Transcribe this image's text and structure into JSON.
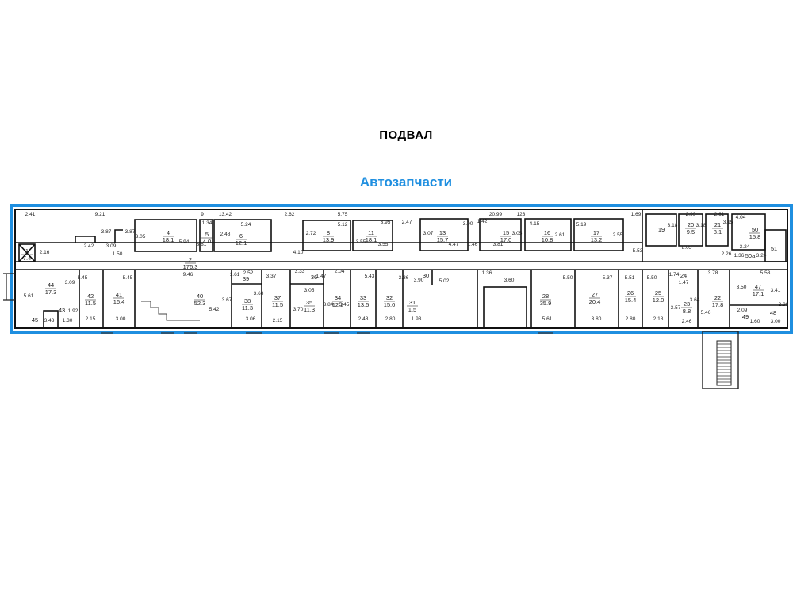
{
  "header": {
    "title": "ПОДВАЛ"
  },
  "zone": {
    "label": "Автозапчасти"
  },
  "colors": {
    "outline": "#1f8fe0",
    "wall": "#111111",
    "thin_wall": "#555555"
  },
  "rooms": [
    {
      "id": "rm-1",
      "num": "1",
      "area": "7.4"
    },
    {
      "id": "rm-2",
      "num": "2",
      "area": "176.3"
    },
    {
      "id": "rm-4",
      "num": "4",
      "area": "18.1"
    },
    {
      "id": "rm-5",
      "num": "5",
      "area": "4.0"
    },
    {
      "id": "rm-6",
      "num": "6",
      "area": "12.1"
    },
    {
      "id": "rm-8",
      "num": "8",
      "area": "13.9"
    },
    {
      "id": "rm-11",
      "num": "11",
      "area": "18.1"
    },
    {
      "id": "rm-13",
      "num": "13",
      "area": "15.7"
    },
    {
      "id": "rm-15",
      "num": "15",
      "area": "17.0"
    },
    {
      "id": "rm-16",
      "num": "16",
      "area": "10.8"
    },
    {
      "id": "rm-17",
      "num": "17",
      "area": "13.2"
    },
    {
      "id": "rm-19",
      "num": "19",
      "area": ""
    },
    {
      "id": "rm-20",
      "num": "20",
      "area": "9.5"
    },
    {
      "id": "rm-21",
      "num": "21",
      "area": "8.1"
    },
    {
      "id": "rm-50",
      "num": "50",
      "area": "15.8"
    },
    {
      "id": "rm-50a",
      "num": "50a",
      "area": ""
    },
    {
      "id": "rm-51",
      "num": "51",
      "area": ""
    },
    {
      "id": "rm-44",
      "num": "44",
      "area": "17.3"
    },
    {
      "id": "rm-42",
      "num": "42",
      "area": "11.5"
    },
    {
      "id": "rm-41",
      "num": "41",
      "area": "16.4"
    },
    {
      "id": "rm-40",
      "num": "40",
      "area": "52.3"
    },
    {
      "id": "rm-39",
      "num": "39",
      "area": ""
    },
    {
      "id": "rm-38",
      "num": "38",
      "area": "11.3"
    },
    {
      "id": "rm-37",
      "num": "37",
      "area": "11.5"
    },
    {
      "id": "rm-36",
      "num": "36",
      "area": ""
    },
    {
      "id": "rm-35",
      "num": "35",
      "area": "11.3"
    },
    {
      "id": "rm-34",
      "num": "34",
      "area": "12.2"
    },
    {
      "id": "rm-33",
      "num": "33",
      "area": "13.5"
    },
    {
      "id": "rm-32",
      "num": "32",
      "area": "15.0"
    },
    {
      "id": "rm-31",
      "num": "31",
      "area": "1.5"
    },
    {
      "id": "rm-30",
      "num": "30",
      "area": ""
    },
    {
      "id": "rm-28",
      "num": "28",
      "area": "35.9"
    },
    {
      "id": "rm-27",
      "num": "27",
      "area": "20.4"
    },
    {
      "id": "rm-26",
      "num": "26",
      "area": "15.4"
    },
    {
      "id": "rm-25",
      "num": "25",
      "area": "12.0"
    },
    {
      "id": "rm-24",
      "num": "24",
      "area": ""
    },
    {
      "id": "rm-23",
      "num": "23",
      "area": "8.8"
    },
    {
      "id": "rm-22",
      "num": "22",
      "area": "17.8"
    },
    {
      "id": "rm-47",
      "num": "47",
      "area": "17.1"
    },
    {
      "id": "rm-48",
      "num": "48",
      "area": ""
    },
    {
      "id": "rm-49",
      "num": "49",
      "area": ""
    },
    {
      "id": "rm-45",
      "num": "45",
      "area": ""
    },
    {
      "id": "rm-43",
      "num": "43",
      "area": ""
    }
  ],
  "dimensions": [
    "2.41",
    "9.21",
    "9",
    "13.42",
    "2.62",
    "5.75",
    "20.99",
    "123",
    "1.69",
    "2.99",
    "2.61",
    "4.04",
    "3.87",
    "3.87",
    "3.05",
    "5.94",
    "1.34",
    "3.81",
    "2.48",
    "5.24",
    "2.42",
    "3.09",
    "1.50",
    "2.16",
    "5.12",
    "2.72",
    "4.10",
    "3.55",
    "3.55",
    "3.95",
    "2.47",
    "4.47",
    "1.42",
    "3.07",
    "3.00",
    "1.46",
    "3.81",
    "3.05",
    "4.15",
    "2.61",
    "5.19",
    "2.55",
    "5.53",
    "3.18",
    "3.18",
    "3.15",
    "8.05",
    "2.26",
    "1.36",
    "3.24",
    "3.24",
    "5.45",
    "3.09",
    "5.45",
    "9.46",
    "1.61",
    "2.52",
    "3.37",
    "3.33",
    "1.47",
    "2.04",
    "5.43",
    "3.36",
    "3.90",
    "5.02",
    "1.36",
    "3.60",
    "5.50",
    "5.37",
    "5.51",
    "5.50",
    "1.74",
    "1.47",
    "3.78",
    "5.53",
    "3.50",
    "3.41",
    "2.39",
    "5.61",
    "3.43",
    "1.30",
    "1.92",
    "2.15",
    "3.00",
    "3.67",
    "5.42",
    "3.06",
    "3.68",
    "3.05",
    "2.15",
    "3.70",
    "3.84",
    "5.45",
    "2.48",
    "2.80",
    "1.93",
    "5.61",
    "3.80",
    "2.80",
    "2.18",
    "3.57",
    "2.46",
    "3.64",
    "5.46",
    "2.09",
    "1.60",
    "3.00"
  ]
}
